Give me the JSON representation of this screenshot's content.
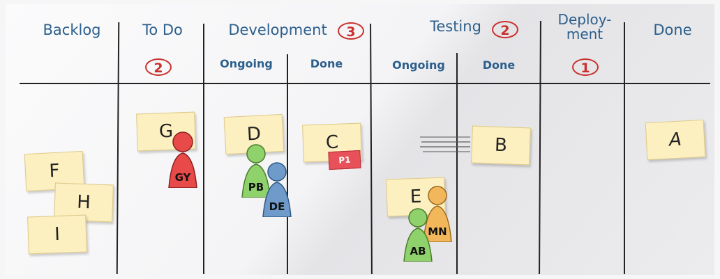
{
  "columns": {
    "backlog": "Backlog",
    "todo": "To Do",
    "development": "Development",
    "testing": "Testing",
    "deployment": "Deploy-\nment",
    "done": "Done"
  },
  "subcolumns": {
    "dev_ongoing": "Ongoing",
    "dev_done": "Done",
    "test_ongoing": "Ongoing",
    "test_done": "Done"
  },
  "wip_limits": {
    "todo": "2",
    "development": "3",
    "testing": "2",
    "deployment": "1"
  },
  "cards": {
    "F": "F",
    "H": "H",
    "I": "I",
    "G": "G",
    "D": "D",
    "C": "C",
    "E": "E",
    "B": "B",
    "A": "A"
  },
  "blocker_tag": "P1",
  "people": {
    "gy": {
      "label": "GY",
      "color": "#e84a4a"
    },
    "pb": {
      "label": "PB",
      "color": "#8fd16a"
    },
    "de": {
      "label": "DE",
      "color": "#6e9bc9"
    },
    "mn": {
      "label": "MN",
      "color": "#f2b75b"
    },
    "ab": {
      "label": "AB",
      "color": "#8fd16a"
    }
  }
}
